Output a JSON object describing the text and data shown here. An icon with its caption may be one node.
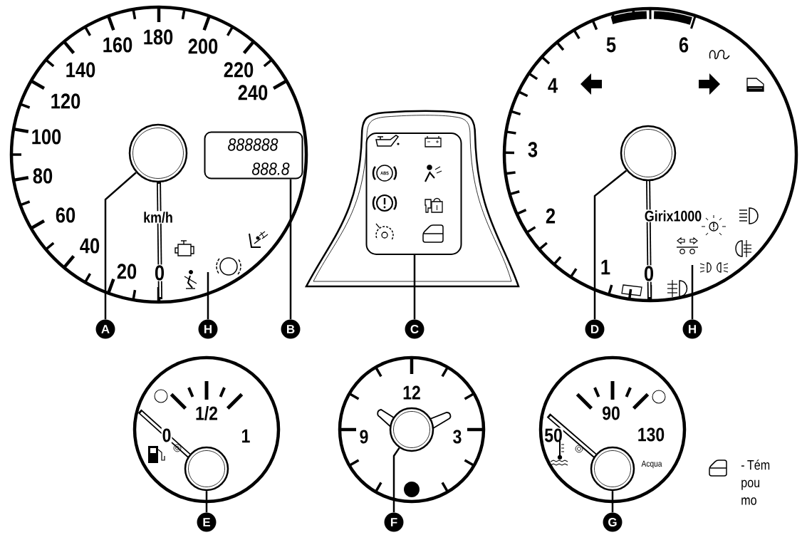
{
  "diagram": {
    "nodes": [
      {
        "text": [
          "0",
          "20",
          "40",
          "60",
          "80",
          "100",
          "120",
          "140",
          "160",
          "180",
          "200",
          "220",
          "240",
          "km/h"
        ]
      },
      {
        "text": [],
        "shape": "circle",
        "in": 0
      },
      {
        "text": [
          "888888",
          "888.8"
        ],
        "in": 0
      },
      {
        "text": [],
        "shape": "box"
      },
      {
        "text": [
          "0",
          "1",
          "2",
          "3",
          "4",
          "5",
          "6",
          "Girix1000"
        ]
      },
      {
        "text": [],
        "shape": "circle",
        "in": 4
      },
      {
        "text": [
          "A"
        ]
      },
      {
        "text": [
          "H"
        ]
      },
      {
        "text": [
          "B"
        ]
      },
      {
        "text": [
          "C"
        ]
      },
      {
        "text": [
          "D"
        ]
      },
      {
        "text": [
          "H"
        ]
      },
      {
        "text": [
          "0",
          "1/2",
          "1"
        ]
      },
      {
        "text": [],
        "shape": "circle",
        "in": 12
      },
      {
        "text": [
          "12",
          "9",
          "3"
        ]
      },
      {
        "text": [],
        "shape": "circle",
        "in": 14
      },
      {
        "text": [
          "50",
          "90",
          "130",
          "Acqua"
        ]
      },
      {
        "text": [],
        "shape": "circle",
        "in": 16
      },
      {
        "text": [
          "E"
        ]
      },
      {
        "text": [
          "F"
        ]
      },
      {
        "text": [
          "G"
        ]
      }
    ],
    "edges": [
      {
        "from": 6,
        "to": 1,
        "arrow": "none"
      },
      {
        "from": 7,
        "to": null,
        "arrow": "none"
      },
      {
        "from": 8,
        "to": 2,
        "arrow": "none"
      },
      {
        "from": 9,
        "to": 3,
        "arrow": "none"
      },
      {
        "from": 10,
        "to": 5,
        "arrow": "none"
      },
      {
        "from": 11,
        "to": null,
        "arrow": "none"
      },
      {
        "from": 18,
        "to": 13,
        "arrow": "none"
      },
      {
        "from": 19,
        "to": 15,
        "arrow": "none"
      },
      {
        "from": 20,
        "to": 17,
        "arrow": "none"
      }
    ],
    "labels": [
      "ABS",
      "- Tém pou mo"
    ]
  }
}
